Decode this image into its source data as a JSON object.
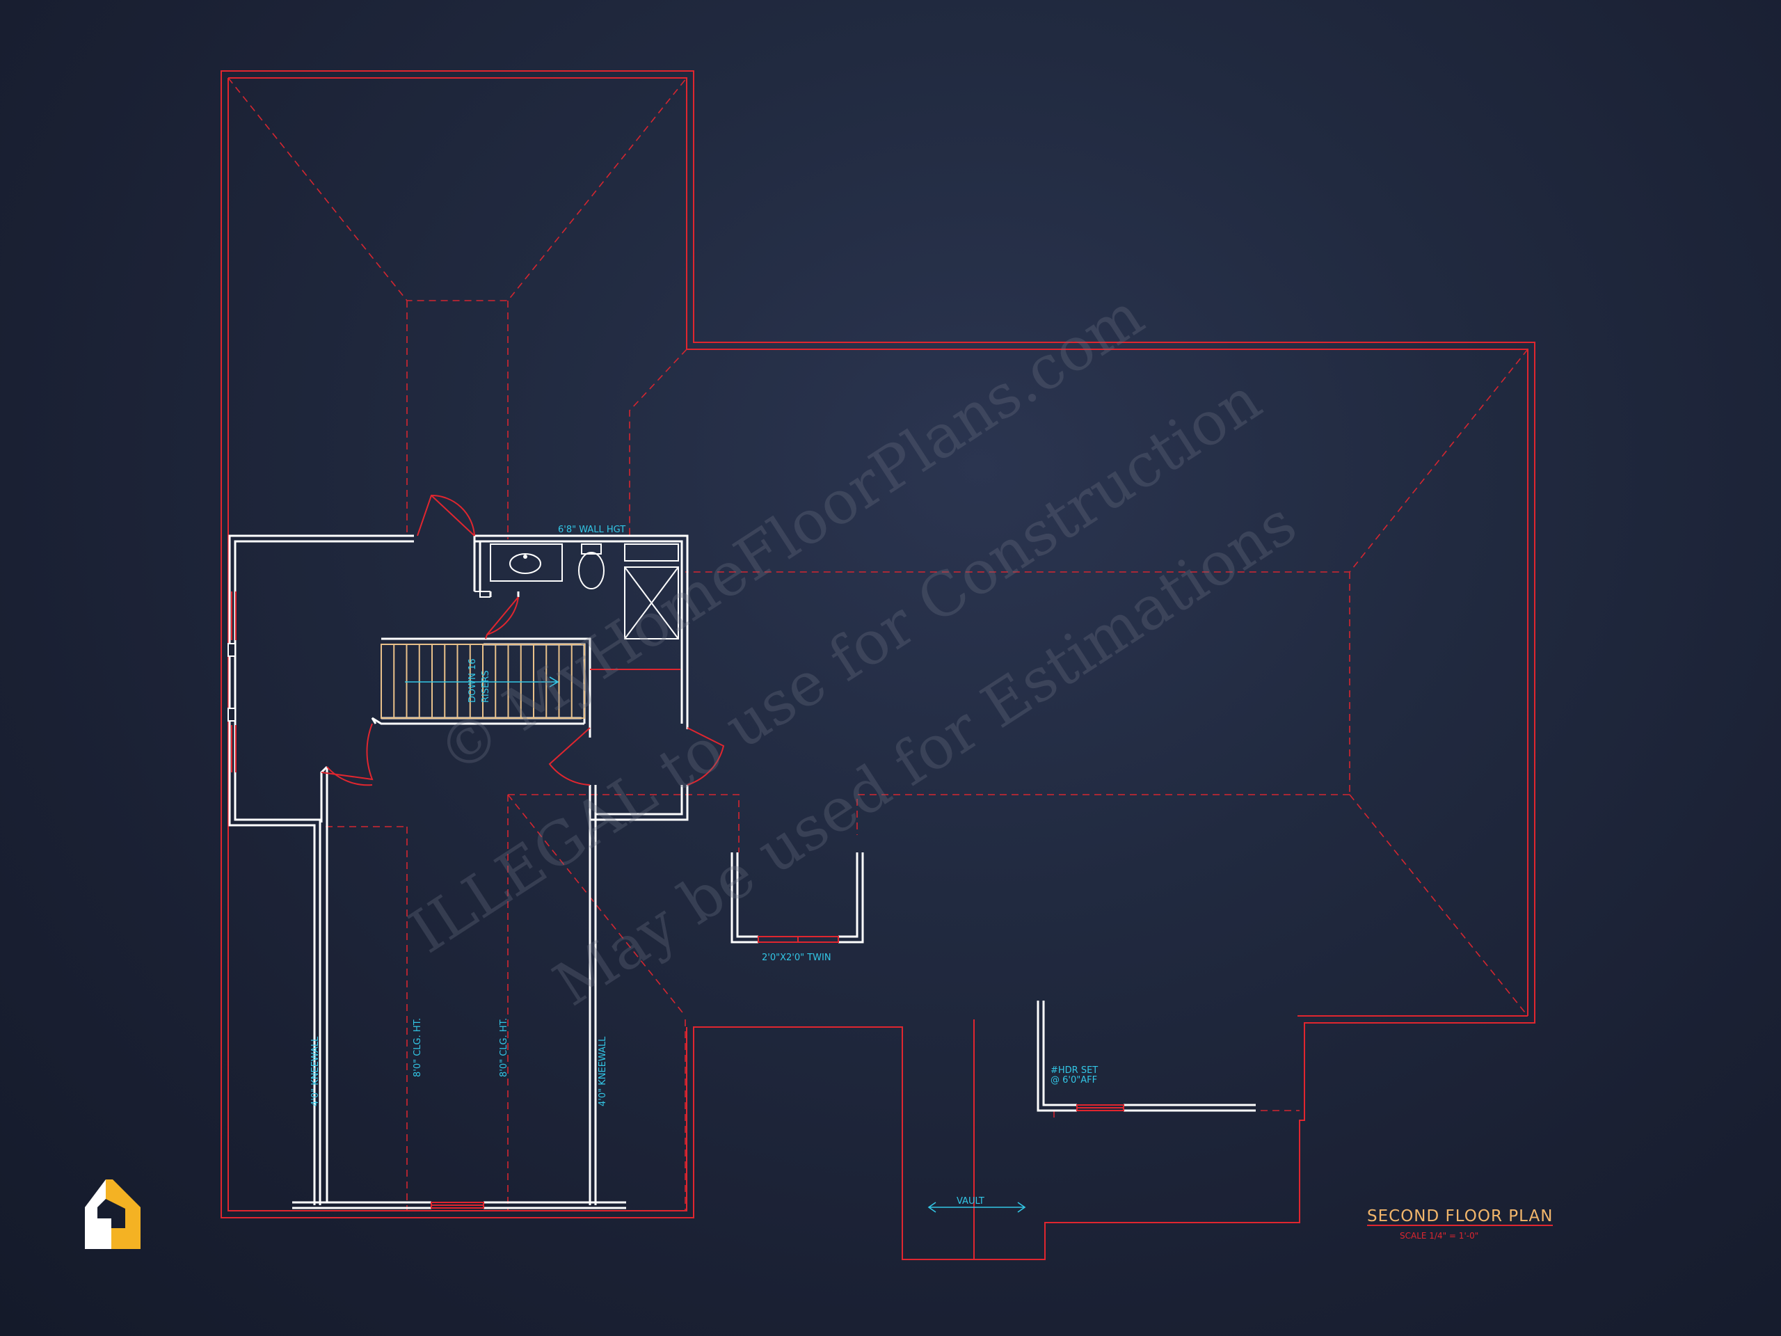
{
  "drawing": {
    "title": "SECOND FLOOR PLAN",
    "scale": "SCALE 1/4\" = 1'-0\""
  },
  "labels": {
    "wall_height": "6'8\" WALL HGT",
    "stairs_line1": "DOWN 16",
    "stairs_line2": "RISERS",
    "kneewall_left": "4'0\" KNEEWALL",
    "kneewall_right": "4'0\" KNEEWALL",
    "ceiling_left": "8'0\" CLG. HT.",
    "ceiling_right": "8'0\" CLG. HT.",
    "window": "2'0\"X2'0\" TWIN",
    "header_line1": "#HDR SET",
    "header_line2": "@ 6'0\"AFF",
    "vault": "VAULT"
  },
  "watermark": {
    "line1": "© MyHomeFloorPlans.com",
    "line2": "ILLEGAL to use for Construction",
    "line3": "May be used for Estimations"
  },
  "colors": {
    "background": "#1b2235",
    "roof_lines": "#e0262f",
    "walls": "#ffffff",
    "annotations": "#33c7e6",
    "title": "#f2b66b"
  },
  "logo": {
    "icon": "house-logo-icon"
  }
}
